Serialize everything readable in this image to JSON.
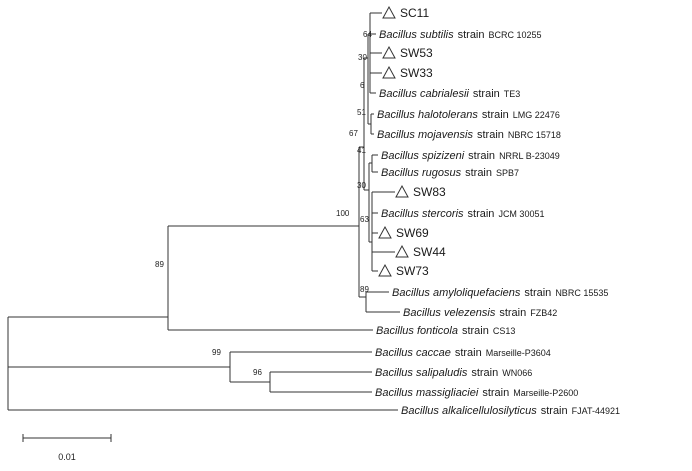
{
  "taxa": [
    {
      "id": "SC11",
      "isolate": true,
      "label": "SC11"
    },
    {
      "id": "subtilis",
      "species": "Bacillus subtilis",
      "strain_word": "strain",
      "accession": "BCRC 10255"
    },
    {
      "id": "SW53",
      "isolate": true,
      "label": "SW53"
    },
    {
      "id": "SW33",
      "isolate": true,
      "label": "SW33"
    },
    {
      "id": "cabrialesii",
      "species": "Bacillus cabrialesii",
      "strain_word": "strain",
      "accession": "TE3"
    },
    {
      "id": "halotolerans",
      "species": "Bacillus halotolerans",
      "strain_word": "strain",
      "accession": "LMG 22476"
    },
    {
      "id": "mojavensis",
      "species": "Bacillus mojavensis",
      "strain_word": "strain",
      "accession": "NBRC 15718"
    },
    {
      "id": "spizizeni",
      "species": "Bacillus spizizeni",
      "strain_word": "strain",
      "accession": "NRRL B-23049"
    },
    {
      "id": "rugosus",
      "species": "Bacillus rugosus",
      "strain_word": "strain",
      "accession": "SPB7"
    },
    {
      "id": "SW83",
      "isolate": true,
      "label": "SW83"
    },
    {
      "id": "stercoris",
      "species": "Bacillus stercoris",
      "strain_word": "strain",
      "accession": "JCM 30051"
    },
    {
      "id": "SW69",
      "isolate": true,
      "label": "SW69"
    },
    {
      "id": "SW44",
      "isolate": true,
      "label": "SW44"
    },
    {
      "id": "SW73",
      "isolate": true,
      "label": "SW73"
    },
    {
      "id": "amyloliquefaciens",
      "species": "Bacillus amyloliquefaciens",
      "strain_word": "strain",
      "accession": "NBRC 15535"
    },
    {
      "id": "velezensis",
      "species": "Bacillus velezensis",
      "strain_word": "strain",
      "accession": "FZB42"
    },
    {
      "id": "fonticola",
      "species": "Bacillus fonticola",
      "strain_word": "strain",
      "accession": "CS13"
    },
    {
      "id": "caccae",
      "species": "Bacillus caccae",
      "strain_word": "strain",
      "accession": "Marseille-P3604"
    },
    {
      "id": "salipaludis",
      "species": "Bacillus salipaludis",
      "strain_word": "strain",
      "accession": "WN066"
    },
    {
      "id": "massigliaciei",
      "species": "Bacillus massigliaciei",
      "strain_word": "strain",
      "accession": "Marseille-P2600"
    },
    {
      "id": "alkalicellulosilyticus",
      "species": "Bacillus alkalicellulosilyticus",
      "strain_word": "strain",
      "accession": "FJAT-44921"
    }
  ],
  "bootstrap": [
    {
      "id": "b64",
      "value": "64"
    },
    {
      "id": "b30a",
      "value": "30"
    },
    {
      "id": "b6",
      "value": "6"
    },
    {
      "id": "b51",
      "value": "51"
    },
    {
      "id": "b67",
      "value": "67"
    },
    {
      "id": "b41",
      "value": "41"
    },
    {
      "id": "b30b",
      "value": "30"
    },
    {
      "id": "b63",
      "value": "63"
    },
    {
      "id": "b100",
      "value": "100"
    },
    {
      "id": "b89a",
      "value": "89"
    },
    {
      "id": "b89b",
      "value": "89"
    },
    {
      "id": "b99",
      "value": "99"
    },
    {
      "id": "b96",
      "value": "96"
    }
  ],
  "scale": {
    "label": "0.01"
  }
}
